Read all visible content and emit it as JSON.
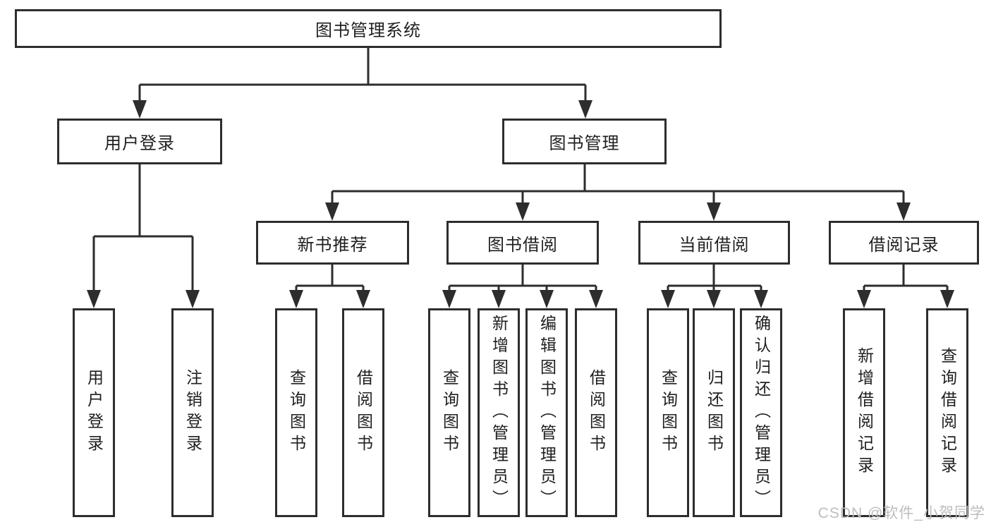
{
  "diagram": {
    "root": {
      "label": "图书管理系统"
    },
    "level2": [
      {
        "label": "用户登录"
      },
      {
        "label": "图书管理"
      }
    ],
    "level3": [
      {
        "label": "新书推荐"
      },
      {
        "label": "图书借阅"
      },
      {
        "label": "当前借阅"
      },
      {
        "label": "借阅记录"
      }
    ],
    "leaves": {
      "user_login": [
        {
          "label": "用户登录"
        },
        {
          "label": "注销登录"
        }
      ],
      "new_books": [
        {
          "label": "查询图书"
        },
        {
          "label": "借阅图书"
        }
      ],
      "book_borrow": [
        {
          "label": "查询图书"
        },
        {
          "label": "新增图书（管理员）"
        },
        {
          "label": "编辑图书（管理员）"
        },
        {
          "label": "借阅图书"
        }
      ],
      "current_borrow": [
        {
          "label": "查询图书"
        },
        {
          "label": "归还图书"
        },
        {
          "label": "确认归还（管理员）"
        }
      ],
      "borrow_records": [
        {
          "label": "新增借阅记录"
        },
        {
          "label": "查询借阅记录"
        }
      ]
    },
    "watermark": "CSDN @软件_小贺同学",
    "colors": {
      "line": "#2d2d2d",
      "text": "#1f1f1f",
      "watermark": "#bdbdbd",
      "background": "#ffffff"
    }
  }
}
